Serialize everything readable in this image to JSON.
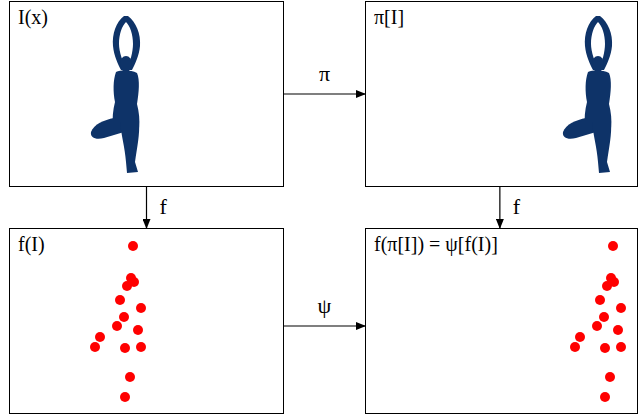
{
  "diagram": {
    "nodes": [
      {
        "text": [
          "I(x)"
        ]
      },
      {
        "text": [
          "π[I]"
        ]
      },
      {
        "text": [
          "f(I)"
        ]
      },
      {
        "text": [
          "f(π[I]) = ψ[f(I)]"
        ]
      }
    ],
    "edges": [
      {
        "from": 0,
        "to": 1,
        "arrow": "to",
        "label": "π"
      },
      {
        "from": 0,
        "to": 2,
        "arrow": "to",
        "label": "f"
      },
      {
        "from": 1,
        "to": 3,
        "arrow": "to",
        "label": "f"
      },
      {
        "from": 2,
        "to": 3,
        "arrow": "to",
        "label": "ψ"
      }
    ]
  }
}
